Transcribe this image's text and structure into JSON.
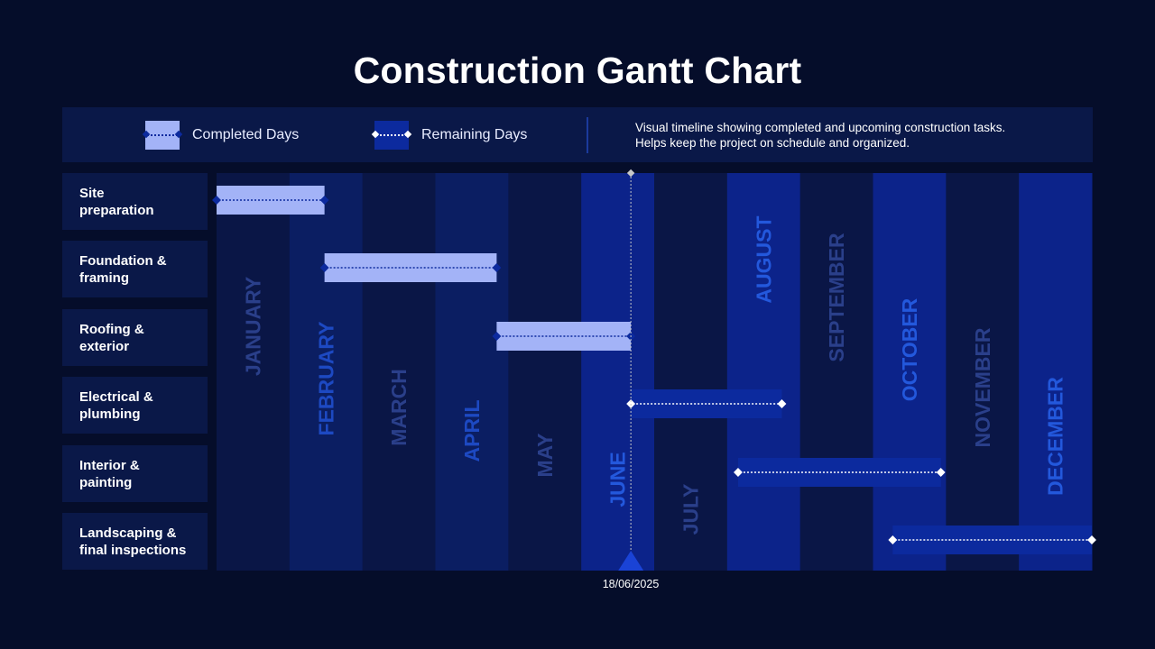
{
  "title": "Construction Gantt Chart",
  "legend": {
    "completed_label": "Completed Days",
    "remaining_label": "Remaining Days",
    "description": "Visual timeline showing completed and upcoming construction tasks. Helps keep the project on schedule and organized."
  },
  "colors": {
    "background": "#050d2a",
    "panel": "#0a1848",
    "completed": "#a3b3f7",
    "remaining": "#0c2a9e",
    "month_dark": "#0a1646",
    "month_light": "#0b1e62",
    "month_highlight": "#0c238a",
    "marker": "#c8c8c8"
  },
  "chart_data": {
    "type": "gantt",
    "title": "Construction Gantt Chart",
    "months": [
      "JANUARY",
      "FEBRUARY",
      "MARCH",
      "APRIL",
      "MAY",
      "JUNE",
      "JULY",
      "AUGUST",
      "SEPTEMBER",
      "OCTOBER",
      "NOVEMBER",
      "DECEMBER"
    ],
    "month_start": 0,
    "month_end": 12,
    "today": 5.68,
    "today_label": "18/06/2025",
    "tasks": [
      {
        "name": "Site\npreparation",
        "start": 0.0,
        "end": 1.48,
        "status": "completed"
      },
      {
        "name": "Foundation &\nframing",
        "start": 1.48,
        "end": 3.84,
        "status": "completed"
      },
      {
        "name": "Roofing &\nexterior",
        "start": 3.84,
        "end": 5.68,
        "status": "completed"
      },
      {
        "name": "Electrical &\nplumbing",
        "start": 5.68,
        "end": 7.75,
        "status": "remaining"
      },
      {
        "name": "Interior &\npainting",
        "start": 7.15,
        "end": 9.93,
        "status": "remaining"
      },
      {
        "name": "Landscaping &\nfinal inspections",
        "start": 9.27,
        "end": 12.0,
        "status": "remaining"
      }
    ]
  }
}
